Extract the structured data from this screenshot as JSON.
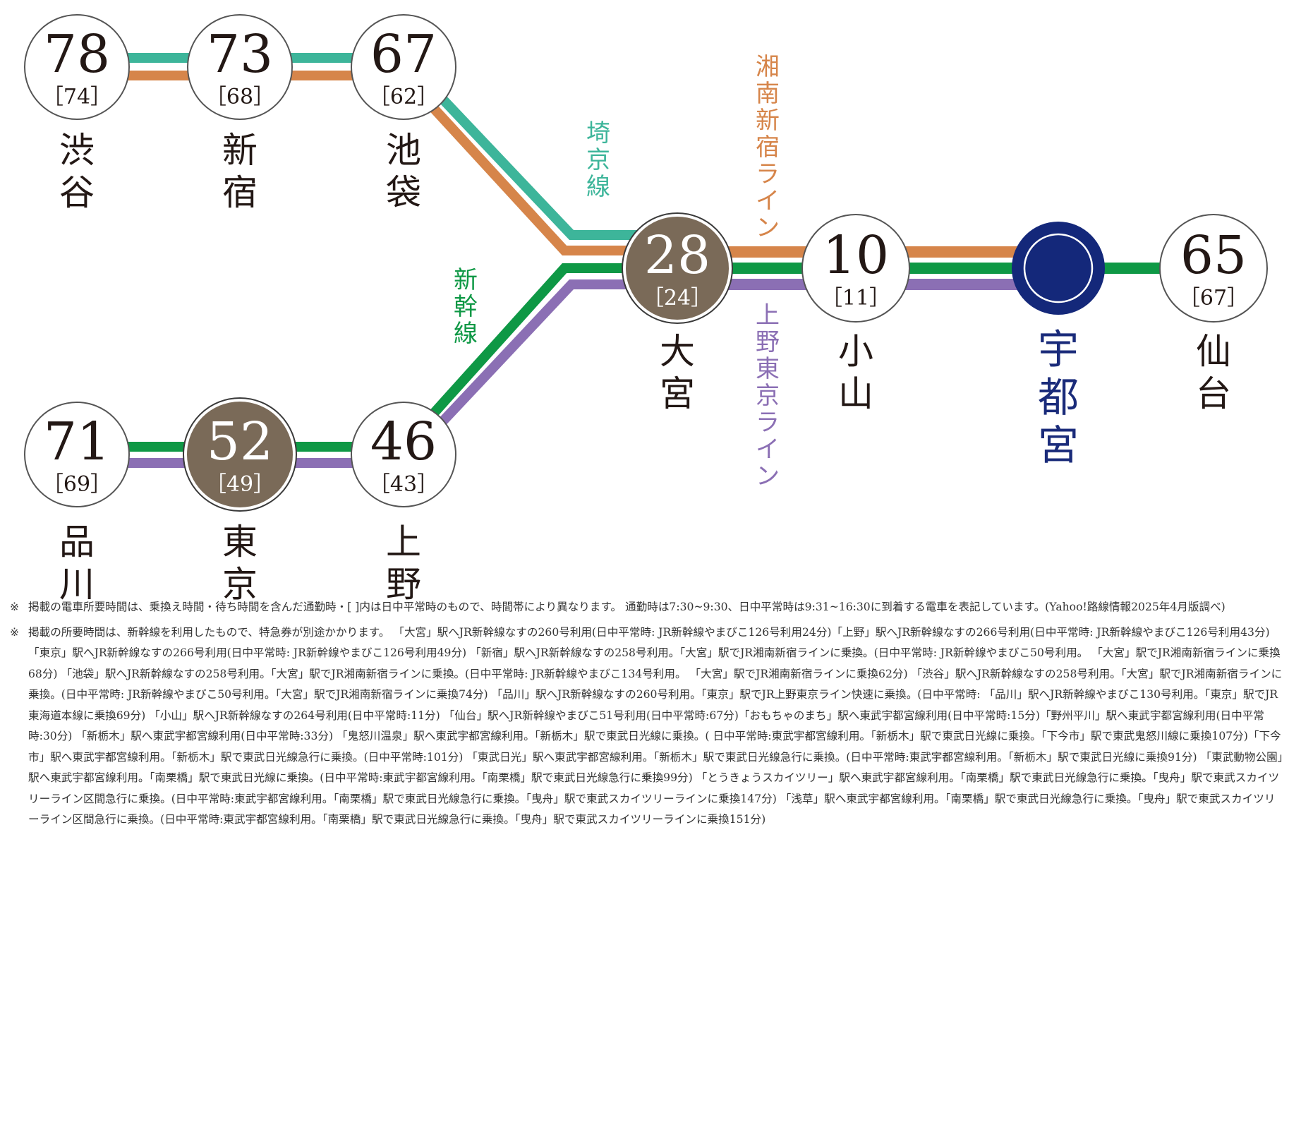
{
  "colors": {
    "saikyo": "#3db59a",
    "shonan": "#d6854a",
    "shinkansen": "#0e9845",
    "ueno_tokyo": "#8b6fb4",
    "hub_fill": "#7a6a58",
    "destination": "#14287a",
    "station_border": "#555555"
  },
  "line_labels": {
    "saikyo": "埼京線",
    "shinkansen": "新幹線",
    "shonan": "湘南新宿ライン",
    "ueno_tokyo": "上野東京ライン"
  },
  "stations": [
    {
      "id": "shibuya",
      "name": "渋谷",
      "rush": "78",
      "daytime": "［74］",
      "type": "normal"
    },
    {
      "id": "shinjuku",
      "name": "新宿",
      "rush": "73",
      "daytime": "［68］",
      "type": "normal"
    },
    {
      "id": "ikebukuro",
      "name": "池袋",
      "rush": "67",
      "daytime": "［62］",
      "type": "normal"
    },
    {
      "id": "omiya",
      "name": "大宮",
      "rush": "28",
      "daytime": "［24］",
      "type": "hub"
    },
    {
      "id": "oyama",
      "name": "小山",
      "rush": "10",
      "daytime": "［11］",
      "type": "normal"
    },
    {
      "id": "utsunomiya",
      "name": "宇都宮",
      "rush": "",
      "daytime": "",
      "type": "destination"
    },
    {
      "id": "sendai",
      "name": "仙台",
      "rush": "65",
      "daytime": "［67］",
      "type": "normal"
    },
    {
      "id": "shinagawa",
      "name": "品川",
      "rush": "71",
      "daytime": "［69］",
      "type": "normal"
    },
    {
      "id": "tokyo",
      "name": "東京",
      "rush": "52",
      "daytime": "［49］",
      "type": "hub"
    },
    {
      "id": "ueno",
      "name": "上野",
      "rush": "46",
      "daytime": "［43］",
      "type": "normal"
    }
  ],
  "notes": [
    {
      "mark": "※",
      "text": "掲載の電車所要時間は、乗換え時間・待ち時間を含んだ通勤時・[ ]内は日中平常時のもので、時間帯により異なります。 通勤時は7:30~9:30、日中平常時は9:31~16:30に到着する電車を表記しています。(Yahoo!路線情報2025年4月版調べ)"
    },
    {
      "mark": "※",
      "text": "掲載の所要時間は、新幹線を利用したもので、特急券が別途かかります。 「大宮」駅へJR新幹線なすの260号利用(日中平常時: JR新幹線やまびこ126号利用24分)「上野」駅へJR新幹線なすの266号利用(日中平常時: JR新幹線やまびこ126号利用43分) 「東京」駅へJR新幹線なすの266号利用(日中平常時: JR新幹線やまびこ126号利用49分) 「新宿」駅へJR新幹線なすの258号利用。「大宮」駅でJR湘南新宿ラインに乗換。(日中平常時: JR新幹線やまびこ50号利用。 「大宮」駅でJR湘南新宿ラインに乗換68分) 「池袋」駅へJR新幹線なすの258号利用。「大宮」駅でJR湘南新宿ラインに乗換。(日中平常時: JR新幹線やまびこ134号利用。 「大宮」駅でJR湘南新宿ラインに乗換62分) 「渋谷」駅へJR新幹線なすの258号利用。「大宮」駅でJR湘南新宿ラインに乗換。(日中平常時: JR新幹線やまびこ50号利用。「大宮」駅でJR湘南新宿ラインに乗換74分) 「品川」駅へJR新幹線なすの260号利用。「東京」駅でJR上野東京ライン快速に乗換。(日中平常時: 「品川」駅へJR新幹線やまびこ130号利用。「東京」駅でJR東海道本線に乗換69分) 「小山」駅へJR新幹線なすの264号利用(日中平常時:11分) 「仙台」駅へJR新幹線やまびこ51号利用(日中平常時:67分)「おもちゃのまち」駅へ東武宇都宮線利用(日中平常時:15分)「野州平川」駅へ東武宇都宮線利用(日中平常時:30分) 「新栃木」駅へ東武宇都宮線利用(日中平常時:33分) 「鬼怒川温泉」駅へ東武宇都宮線利用。「新栃木」駅で東武日光線に乗換。( 日中平常時:東武宇都宮線利用。「新栃木」駅で東武日光線に乗換。「下今市」駅で東武鬼怒川線に乗換107分)「下今市」駅へ東武宇都宮線利用。「新栃木」駅で東武日光線急行に乗換。(日中平常時:101分) 「東武日光」駅へ東武宇都宮線利用。「新栃木」駅で東武日光線急行に乗換。(日中平常時:東武宇都宮線利用。「新栃木」駅で東武日光線に乗換91分) 「東武動物公園」駅へ東武宇都宮線利用。「南栗橋」駅で東武日光線に乗換。(日中平常時:東武宇都宮線利用。「南栗橋」駅で東武日光線急行に乗換99分) 「とうきょうスカイツリー」駅へ東武宇都宮線利用。「南栗橋」駅で東武日光線急行に乗換。「曳舟」駅で東武スカイツリーライン区間急行に乗換。(日中平常時:東武宇都宮線利用。「南栗橋」駅で東武日光線急行に乗換。「曳舟」駅で東武スカイツリーラインに乗換147分) 「浅草」駅へ東武宇都宮線利用。「南栗橋」駅で東武日光線急行に乗換。「曳舟」駅で東武スカイツリーライン区間急行に乗換。(日中平常時:東武宇都宮線利用。「南栗橋」駅で東武日光線急行に乗換。「曳舟」駅で東武スカイツリーラインに乗換151分)"
    }
  ]
}
